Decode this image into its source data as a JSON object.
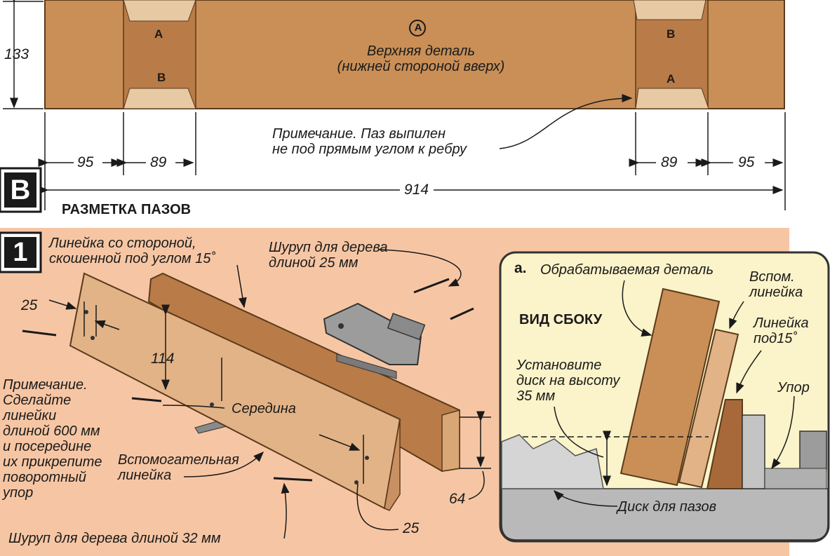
{
  "section_b": {
    "badge": "B",
    "title": "РАЗМЕТКА ПАЗОВ",
    "top_part_marker": "A",
    "top_part_label": "Верхняя деталь\n(нижней стороной вверх)",
    "left_slot_letters": [
      "A",
      "B"
    ],
    "right_slot_letters": [
      "B",
      "A"
    ],
    "note": "Примечание. Паз выпилен\nне под прямым углом к ребру",
    "dims": {
      "height": "133",
      "left_margin": "95",
      "left_slot": "89",
      "right_slot": "89",
      "right_margin": "95",
      "total": "914"
    }
  },
  "figure_1": {
    "badge": "1",
    "label_fence": "Линейка со стороной,\nскошенной под углом 15˚",
    "label_screw_top": "Шуруп для дерева\nдлиной 25 мм",
    "dim_25_top": "25",
    "dim_114": "114",
    "label_middle": "Середина",
    "note": "Примечание.\nСделайте\nлинейки\nдлиной 600 мм\nи посередине\nих прикрепите\nповоротный\nупор",
    "label_aux_fence": "Вспомогательная\nлинейка",
    "label_screw_bottom": "Шуруп для дерева длиной 32 мм",
    "dim_25_bottom": "25",
    "dim_64": "64"
  },
  "inset_a": {
    "badge": "a.",
    "label_workpiece": "Обрабатываемая деталь",
    "label_aux": "Вспом.\nлинейка",
    "title": "ВИД СБОКУ",
    "label_fence15": "Линейка\nпод15˚",
    "label_height": "Установите\nдиск на высоту\n35 мм",
    "label_stop": "Упор",
    "label_blade": "Диск для пазов"
  },
  "colors": {
    "wood": "#c98f57",
    "wood_dark": "#a8693a",
    "slot_light": "#e7c9a4",
    "panel_bg": "#f6c6a4",
    "inset_bg": "#fbf3c9",
    "table_gray": "#b9b9b9"
  }
}
